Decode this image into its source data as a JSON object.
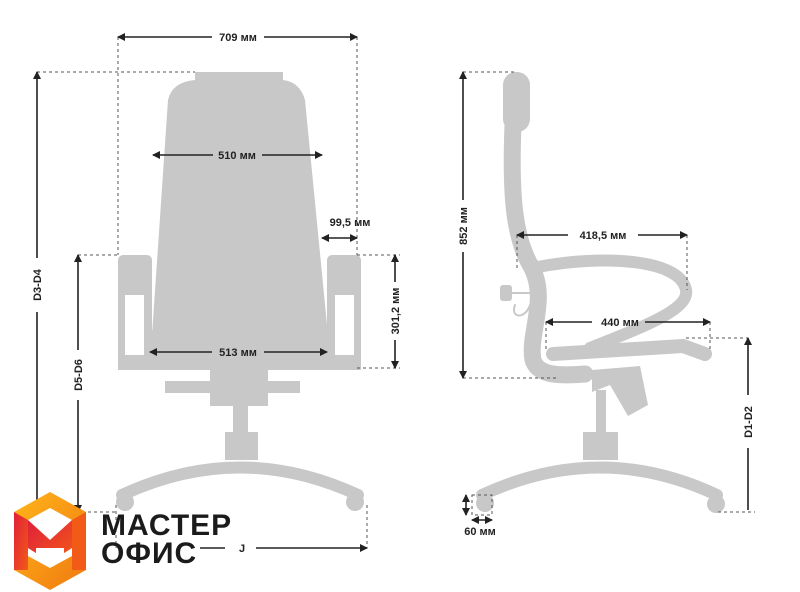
{
  "front_view": {
    "overall_width": "709 мм",
    "back_width": "510 мм",
    "arm_width": "99,5 мм",
    "arm_height": "301,2 мм",
    "seat_width": "513 мм",
    "total_height": "D3-D4",
    "seat_height": "D5-D6",
    "base_width": "J"
  },
  "side_view": {
    "back_height": "852 мм",
    "arm_depth": "418,5 мм",
    "seat_depth": "440 мм",
    "seat_height": "D1-D2",
    "caster_size": "60 мм"
  },
  "logo": {
    "line1": "МАСТЕР",
    "line2": "ОФИС",
    "colors": {
      "orange": "#f7a416",
      "red": "#e3262a"
    }
  },
  "colors": {
    "chair": "#c8c8c8",
    "lines": "#222222"
  }
}
